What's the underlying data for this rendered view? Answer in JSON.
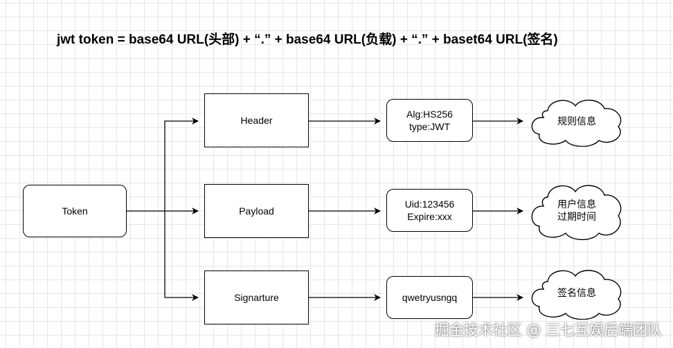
{
  "title": "jwt token = base64 URL(头部) + “.” + base64 URL(负载) + “.” + baset64 URL(签名)",
  "nodes": {
    "token": "Token",
    "header": "Header",
    "payload": "Payload",
    "signature": "Signarture",
    "header_detail": [
      "Alg:HS256",
      "type:JWT"
    ],
    "payload_detail": [
      "Uid:123456",
      "Expire:xxx"
    ],
    "signature_detail": [
      "qwetryusngq"
    ]
  },
  "clouds": {
    "header": [
      "规则信息"
    ],
    "payload": [
      "用户信息",
      "过期时间"
    ],
    "signature": [
      "签名信息"
    ]
  },
  "watermark": "掘金技术社区 @ 三七互娱后端团队"
}
